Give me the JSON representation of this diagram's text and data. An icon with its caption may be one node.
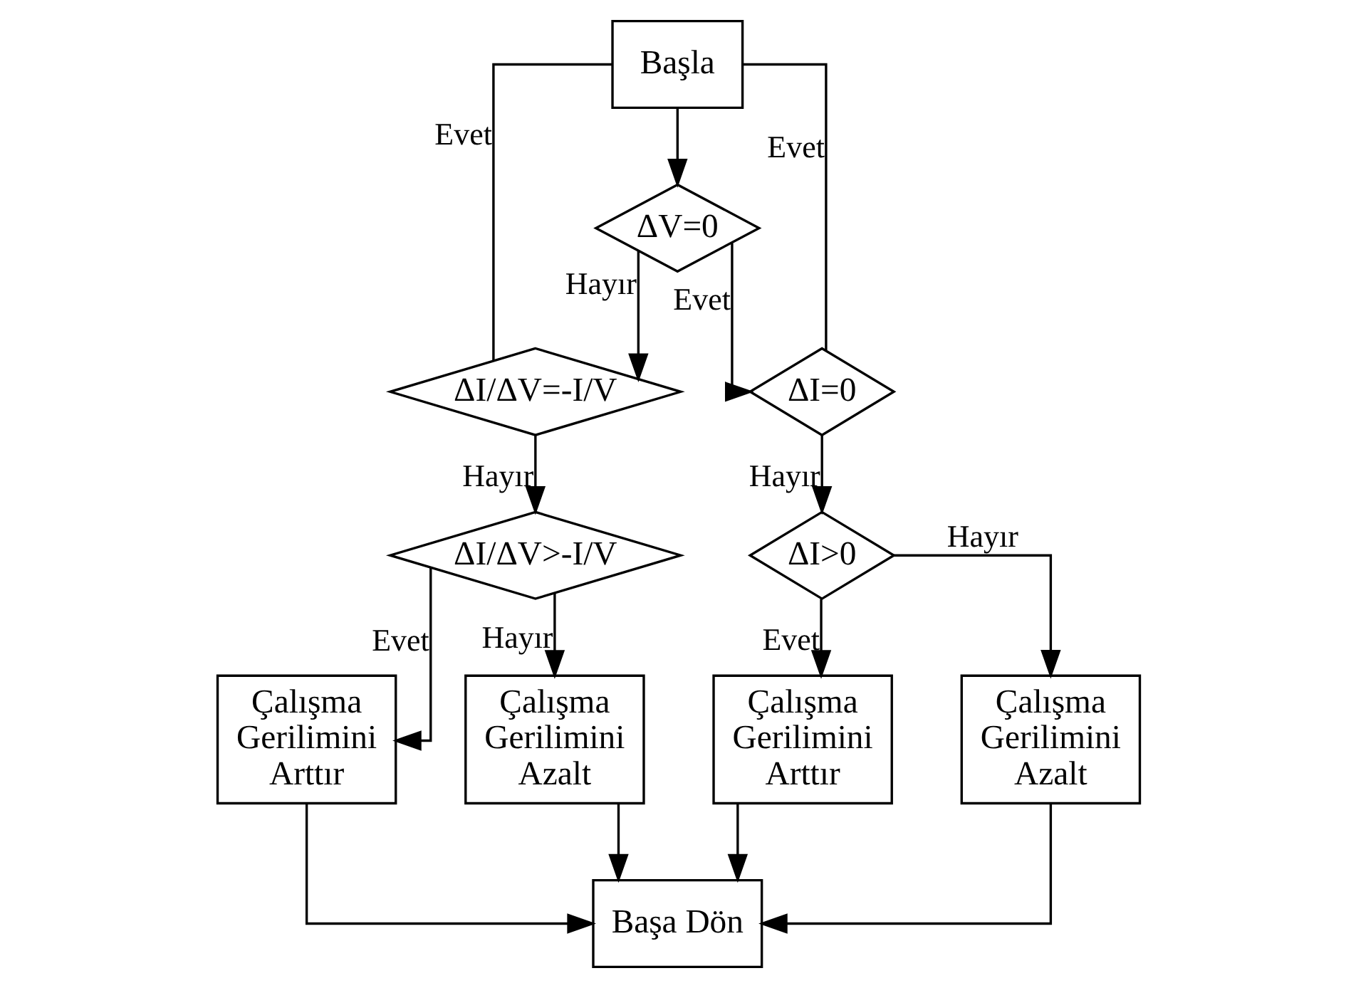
{
  "diagram": {
    "nodes": [
      {
        "text": [
          "Başla"
        ]
      },
      {
        "text": [
          "ΔV=0"
        ]
      },
      {
        "text": [
          "ΔI/ΔV=-I/V"
        ]
      },
      {
        "text": [
          "ΔI=0"
        ]
      },
      {
        "text": [
          "ΔI/ΔV>-I/V"
        ]
      },
      {
        "text": [
          "ΔI>0"
        ]
      },
      {
        "text": [
          "Çalışma Gerilimini Arttır"
        ]
      },
      {
        "text": [
          "Çalışma Gerilimini Azalt"
        ]
      },
      {
        "text": [
          "Çalışma Gerilimini Arttır"
        ]
      },
      {
        "text": [
          "Çalışma Gerilimini Azalt"
        ]
      },
      {
        "text": [
          "Başa Dön"
        ]
      }
    ],
    "edges": [
      {
        "from": 0,
        "to": 1,
        "arrow": "to"
      },
      {
        "from": 1,
        "to": 2,
        "arrow": "to",
        "label": "Hayır"
      },
      {
        "from": 1,
        "to": 3,
        "arrow": "to",
        "label": "Evet"
      },
      {
        "from": 2,
        "to": 0,
        "arrow": "none",
        "label": "Evet"
      },
      {
        "from": 3,
        "to": 0,
        "arrow": "none",
        "label": "Evet"
      },
      {
        "from": 2,
        "to": 4,
        "arrow": "to",
        "label": "Hayır"
      },
      {
        "from": 3,
        "to": 5,
        "arrow": "to",
        "label": "Hayır"
      },
      {
        "from": 4,
        "to": 6,
        "arrow": "to",
        "label": "Evet"
      },
      {
        "from": 4,
        "to": 7,
        "arrow": "to",
        "label": "Hayır"
      },
      {
        "from": 5,
        "to": 8,
        "arrow": "to",
        "label": "Evet"
      },
      {
        "from": 5,
        "to": 9,
        "arrow": "to",
        "label": "Hayır"
      },
      {
        "from": 6,
        "to": 10,
        "arrow": "to"
      },
      {
        "from": 7,
        "to": 10,
        "arrow": "to"
      },
      {
        "from": 8,
        "to": 10,
        "arrow": "to"
      },
      {
        "from": 9,
        "to": 10,
        "arrow": "to"
      }
    ]
  }
}
